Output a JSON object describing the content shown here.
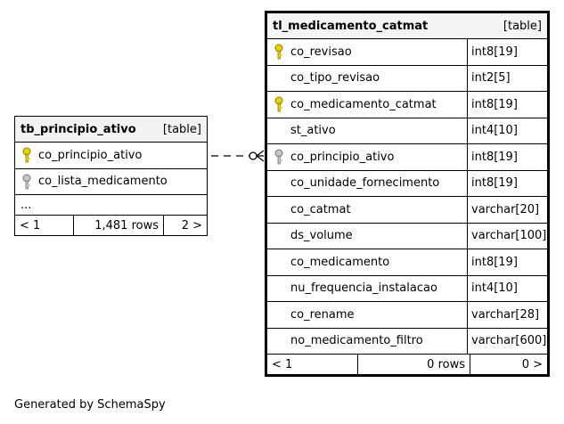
{
  "tables": {
    "left": {
      "name": "tb_principio_ativo",
      "kind": "[table]",
      "columns": [
        {
          "name": "co_principio_ativo",
          "key": "primary",
          "type": ""
        },
        {
          "name": "co_lista_medicamento",
          "key": "foreign",
          "type": ""
        }
      ],
      "ellipsis": "...",
      "footer": {
        "left": "< 1",
        "rows": "1,481 rows",
        "right": "2 >"
      }
    },
    "right": {
      "name": "tl_medicamento_catmat",
      "kind": "[table]",
      "columns": [
        {
          "name": "co_revisao",
          "key": "primary",
          "type": "int8[19]"
        },
        {
          "name": "co_tipo_revisao",
          "key": "none",
          "type": "int2[5]"
        },
        {
          "name": "co_medicamento_catmat",
          "key": "primary",
          "type": "int8[19]"
        },
        {
          "name": "st_ativo",
          "key": "none",
          "type": "int4[10]"
        },
        {
          "name": "co_principio_ativo",
          "key": "foreign",
          "type": "int8[19]"
        },
        {
          "name": "co_unidade_fornecimento",
          "key": "none",
          "type": "int8[19]"
        },
        {
          "name": "co_catmat",
          "key": "none",
          "type": "varchar[20]"
        },
        {
          "name": "ds_volume",
          "key": "none",
          "type": "varchar[100]"
        },
        {
          "name": "co_medicamento",
          "key": "none",
          "type": "int8[19]"
        },
        {
          "name": "nu_frequencia_instalacao",
          "key": "none",
          "type": "int4[10]"
        },
        {
          "name": "co_rename",
          "key": "none",
          "type": "varchar[28]"
        },
        {
          "name": "no_medicamento_filtro",
          "key": "none",
          "type": "varchar[600]"
        }
      ],
      "footer": {
        "left": "< 1",
        "rows": "0 rows",
        "right": "0 >"
      }
    }
  },
  "colors": {
    "primary_key": "#e8d400",
    "foreign_key": "#a8a8a8"
  },
  "credit": "Generated by SchemaSpy"
}
